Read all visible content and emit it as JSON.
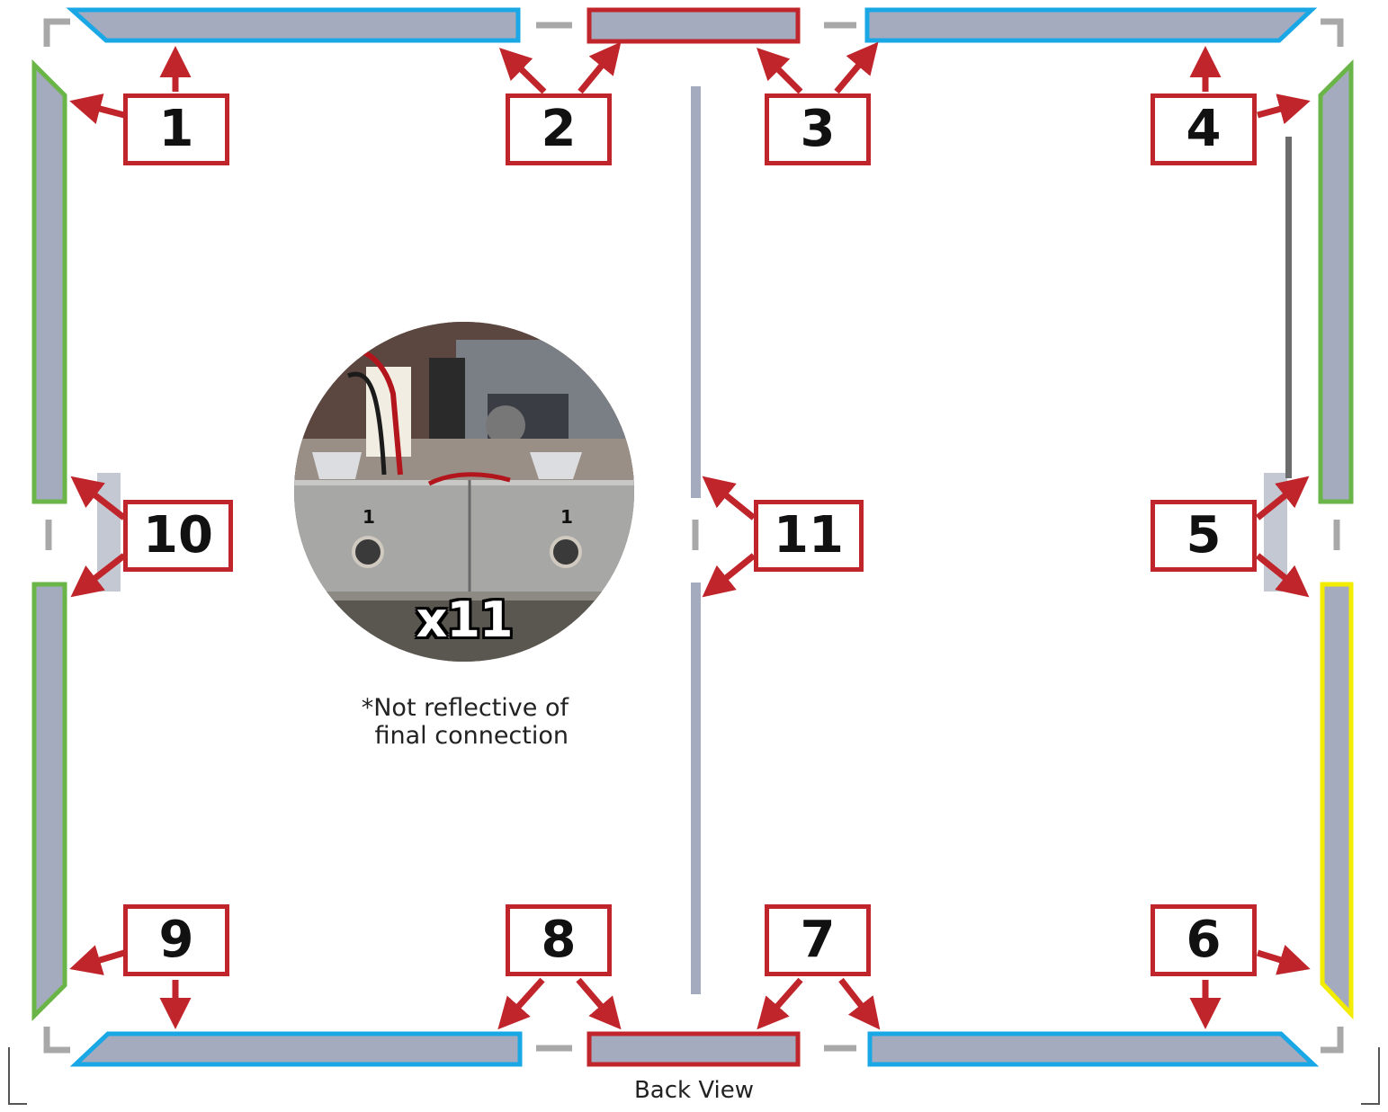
{
  "callouts": [
    {
      "label": "1"
    },
    {
      "label": "2"
    },
    {
      "label": "3"
    },
    {
      "label": "4"
    },
    {
      "label": "5"
    },
    {
      "label": "6"
    },
    {
      "label": "7"
    },
    {
      "label": "8"
    },
    {
      "label": "9"
    },
    {
      "label": "10"
    },
    {
      "label": "11"
    }
  ],
  "inset": {
    "count_label": "x11",
    "connector_labels": [
      "1",
      "1"
    ],
    "note_line1": "*Not reflective of",
    "note_line2": "final connection"
  },
  "caption": "Back View",
  "colors": {
    "callout_red": "#c0252b",
    "panel_grey": "#a5abbe",
    "outline_blue": "#1aa7e6",
    "outline_red": "#c0252b",
    "outline_green": "#6ab547",
    "outline_yellow": "#f2ec00",
    "dashed_frame": "#a8a8a8"
  }
}
